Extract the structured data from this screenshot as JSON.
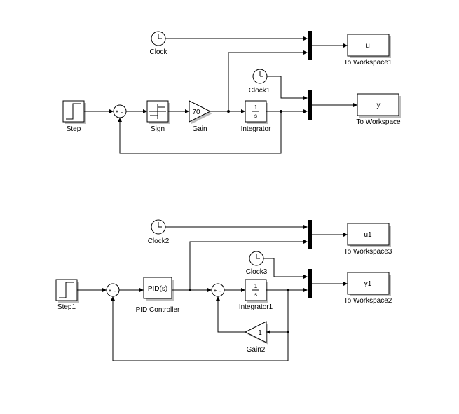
{
  "diagram1": {
    "clock": "Clock",
    "clock1": "Clock1",
    "step": "Step",
    "sign": "Sign",
    "gain": "Gain",
    "gain_value": "70",
    "integrator": "Integrator",
    "integrator_num": "1",
    "integrator_den": "s",
    "to_ws1_label": "To Workspace1",
    "to_ws1_var": "u",
    "to_ws_label": "To Workspace",
    "to_ws_var": "y",
    "sum_plus": "+",
    "sum_minus": "-"
  },
  "diagram2": {
    "clock2": "Clock2",
    "clock3": "Clock3",
    "step1": "Step1",
    "pid": "PID Controller",
    "pid_text": "PID(s)",
    "integrator1": "Integrator1",
    "integrator_num": "1",
    "integrator_den": "s",
    "gain2": "Gain2",
    "gain2_value": "1",
    "to_ws3_label": "To Workspace3",
    "to_ws3_var": "u1",
    "to_ws2_label": "To Workspace2",
    "to_ws2_var": "y1",
    "sum_plus": "+",
    "sum_minus": "-"
  }
}
